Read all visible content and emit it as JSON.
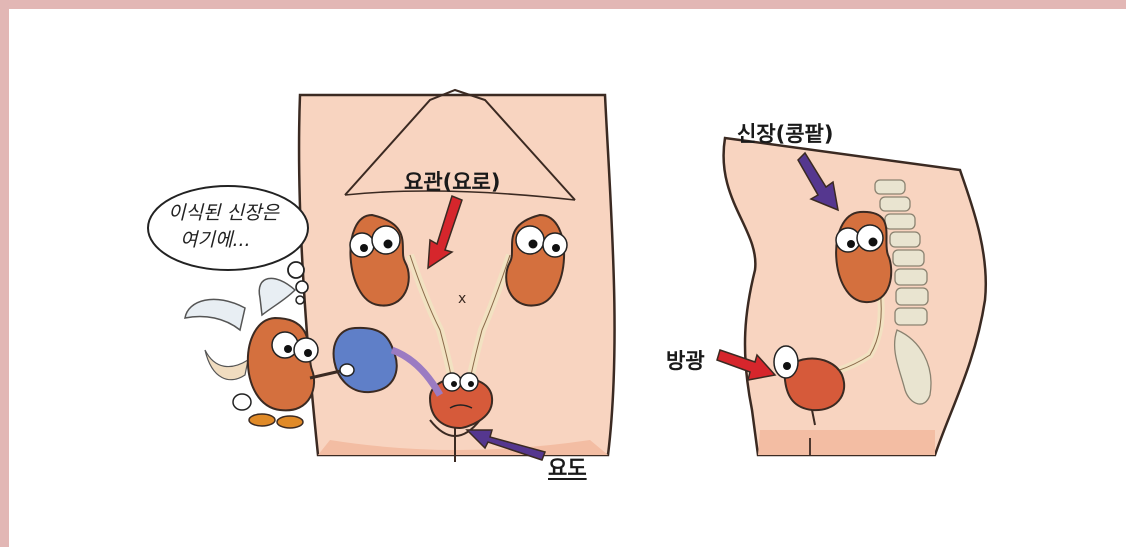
{
  "colors": {
    "frame": "#e2b7b5",
    "skin": "#f8d4c0",
    "skin_shade": "#f3bda3",
    "kidney": "#d4703e",
    "kidney_dark": "#b65427",
    "ureter": "#f2e2c2",
    "arrow_red": "#d6262c",
    "arrow_purple": "#55378f",
    "transplant_kidney": "#5f7fc8",
    "spine": "#e9e4d0"
  },
  "labels": {
    "ureter": "요관(요로)",
    "urethra": "요도",
    "kidney": "신장(콩팥)",
    "bladder": "방광"
  },
  "speech_bubble": {
    "line1": "이식된 신장은",
    "line2": "여기에..."
  },
  "icons": {
    "character": "flying-kidney-character-icon",
    "arrow": "pointer-arrow-icon"
  }
}
